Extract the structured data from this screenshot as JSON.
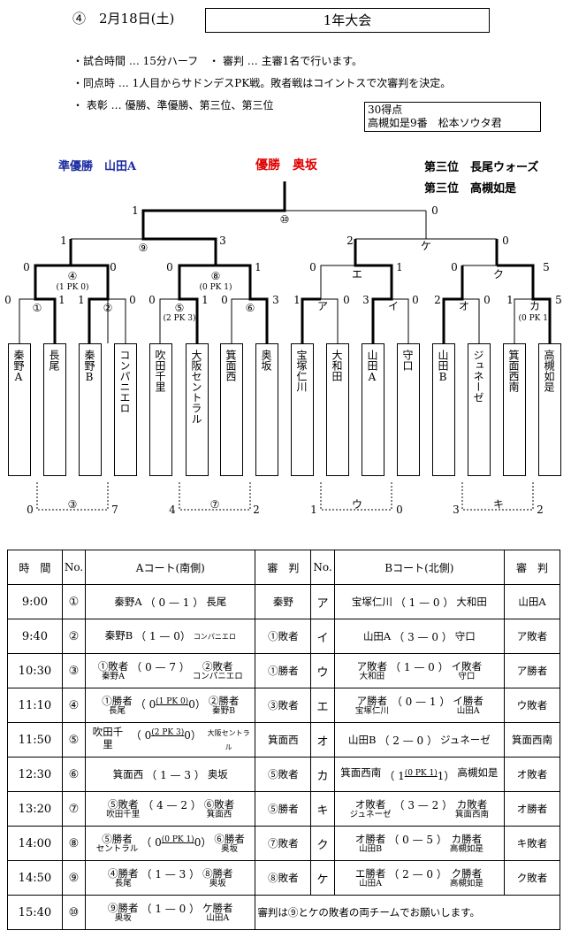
{
  "header": {
    "number_date": "④　2月18日(土)",
    "title": "1年大会"
  },
  "rules": [
    "・試合時間 … 15分ハーフ　・ 審判 … 主審1名で行います。",
    "・同点時 … 1人目からサドンデスPK戦。敗者戦はコイントスで次審判を決定。",
    "・ 表彰 … 優勝、準優勝、第三位、第三位"
  ],
  "award": {
    "line1": "30得点",
    "line2": "高槻如是9番　松本ソウタ君"
  },
  "results": {
    "runner_up": "準優勝　山田A",
    "champion": "優勝　奥坂",
    "third1": "第三位　長尾ウォーズ",
    "third2": "第三位　高槻如是"
  },
  "teams": [
    "秦野A",
    "長尾",
    "秦野B",
    "コンパニエロ",
    "吹田千里",
    "大阪セントラル",
    "箕面西",
    "奥坂",
    "宝塚仁川",
    "大和田",
    "山田A",
    "守口",
    "山田B",
    "ジュネーゼ",
    "箕面西南",
    "高槻如是"
  ],
  "bracket": {
    "r1_scores": [
      "0",
      "1",
      "1",
      "0",
      "0",
      "1",
      "0",
      "3",
      "1",
      "0",
      "3",
      "0",
      "2",
      "0",
      "1",
      "5"
    ],
    "r1_marks": [
      "①",
      "②",
      "⑤",
      "⑥",
      "ア",
      "イ",
      "オ",
      "カ"
    ],
    "r1_notes": [
      "(2 PK 3)",
      "(0 PK 1)"
    ],
    "r2_scores": [
      "0",
      "0",
      "0",
      "1",
      "0",
      "1",
      "0",
      "5"
    ],
    "r2_marks": [
      "④",
      "⑧",
      "エ",
      "ク"
    ],
    "r2_notes": [
      "(1 PK 0)",
      "(0 PK 1)"
    ],
    "r3_scores": [
      "1",
      "3",
      "2",
      "0"
    ],
    "r3_marks": [
      "⑨",
      "ケ"
    ],
    "final_scores": [
      "1",
      "0"
    ],
    "final_mark": "⑩",
    "consolation": [
      {
        "mark": "③",
        "left": "0",
        "right": "7"
      },
      {
        "mark": "⑦",
        "left": "4",
        "right": "2"
      },
      {
        "mark": "ウ",
        "left": "1",
        "right": "0"
      },
      {
        "mark": "キ",
        "left": "3",
        "right": "2"
      }
    ]
  },
  "table": {
    "headers": {
      "time": "時　間",
      "no": "No.",
      "court_a": "Aコート(南側)",
      "ref": "審　判",
      "court_b": "Bコート(北側)"
    },
    "rows": [
      {
        "time": "9:00",
        "a_no": "①",
        "a_t1": "秦野A",
        "a_t1s": "",
        "a_score": "（ 0 — 1 ）",
        "a_t2": "長尾",
        "a_t2s": "",
        "a_ref": "秦野",
        "b_no": "ア",
        "b_t1": "宝塚仁川",
        "b_t1s": "",
        "b_score": "（ 1 — 0 ）",
        "b_t2": "大和田",
        "b_t2s": "",
        "b_ref": "山田A"
      },
      {
        "time": "9:40",
        "a_no": "②",
        "a_t1": "秦野B",
        "a_t1s": "",
        "a_score": "（ 1 — 0）",
        "a_t2": "コンパニエロ",
        "a_t2s": "",
        "a_ref": "①敗者",
        "b_no": "イ",
        "b_t1": "山田A",
        "b_t1s": "",
        "b_score": "（ 3 — 0 ）",
        "b_t2": "守口",
        "b_t2s": "",
        "b_ref": "ア敗者"
      },
      {
        "time": "10:30",
        "a_no": "③",
        "a_t1": "①敗者",
        "a_t1s": "秦野A",
        "a_score": "（ 0 — 7 ）",
        "a_t2": "②敗者",
        "a_t2s": "コンパニエロ",
        "a_ref": "①勝者",
        "b_no": "ウ",
        "b_t1": "ア敗者",
        "b_t1s": "大和田",
        "b_score": "（ 1 — 0 ）",
        "b_t2": "イ敗者",
        "b_t2s": "守口",
        "b_ref": "ア勝者"
      },
      {
        "time": "11:10",
        "a_no": "④",
        "a_t1": "①勝者",
        "a_t1s": "長尾",
        "a_score": "（ 0",
        "a_pk": "(1 PK 0)",
        "a_score2": "0）",
        "a_t2": "②勝者",
        "a_t2s": "秦野B",
        "a_ref": "③敗者",
        "b_no": "エ",
        "b_t1": "ア勝者",
        "b_t1s": "宝塚仁川",
        "b_score": "（ 0 — 1 ）",
        "b_t2": "イ勝者",
        "b_t2s": "山田A",
        "b_ref": "ウ敗者"
      },
      {
        "time": "11:50",
        "a_no": "⑤",
        "a_t1": "吹田千里",
        "a_t1s": "",
        "a_score": "（ 0",
        "a_pk": "(2 PK 3)",
        "a_score2": "0）",
        "a_t2": "大阪セントラル",
        "a_t2s": "",
        "a_ref": "箕面西",
        "b_no": "オ",
        "b_t1": "山田B",
        "b_t1s": "",
        "b_score": "（ 2 — 0 ）",
        "b_t2": "ジュネーゼ",
        "b_t2s": "",
        "b_ref": "箕面西南"
      },
      {
        "time": "12:30",
        "a_no": "⑥",
        "a_t1": "箕面西",
        "a_t1s": "",
        "a_score": "（ 1 — 3 ）",
        "a_t2": "奥坂",
        "a_t2s": "",
        "a_ref": "⑤敗者",
        "b_no": "カ",
        "b_t1": "箕面西南",
        "b_t1s": "",
        "b_score": "（ 1",
        "b_pk": "(0 PK 1)",
        "b_score2": "1）",
        "b_t2": "高槻如是",
        "b_t2s": "",
        "b_ref": "オ敗者"
      },
      {
        "time": "13:20",
        "a_no": "⑦",
        "a_t1": "⑤敗者",
        "a_t1s": "吹田千里",
        "a_score": "（ 4 — 2 ）",
        "a_t2": "⑥敗者",
        "a_t2s": "箕面西",
        "a_ref": "⑤勝者",
        "b_no": "キ",
        "b_t1": "オ敗者",
        "b_t1s": "ジュネーゼ",
        "b_score": "（ 3 — 2 ）",
        "b_t2": "カ敗者",
        "b_t2s": "箕面西南",
        "b_ref": "オ勝者"
      },
      {
        "time": "14:00",
        "a_no": "⑧",
        "a_t1": "⑤勝者",
        "a_t1s": "セントラル",
        "a_score": "（ 0",
        "a_pk": "(0 PK 1)",
        "a_score2": "0）",
        "a_t2": "⑥勝者",
        "a_t2s": "奥坂",
        "a_ref": "⑦敗者",
        "b_no": "ク",
        "b_t1": "オ勝者",
        "b_t1s": "山田B",
        "b_score": "（ 0 — 5 ）",
        "b_t2": "カ勝者",
        "b_t2s": "高槻如是",
        "b_ref": "キ敗者"
      },
      {
        "time": "14:50",
        "a_no": "⑨",
        "a_t1": "④勝者",
        "a_t1s": "長尾",
        "a_score": "（ 1 — 3 ）",
        "a_t2": "⑧勝者",
        "a_t2s": "奥坂",
        "a_ref": "⑧敗者",
        "b_no": "ケ",
        "b_t1": "エ勝者",
        "b_t1s": "山田A",
        "b_score": "（ 2 — 0 ）",
        "b_t2": "ク勝者",
        "b_t2s": "高槻如是",
        "b_ref": "ク敗者"
      },
      {
        "time": "15:40",
        "a_no": "⑩",
        "a_t1": "⑨勝者",
        "a_t1s": "奥坂",
        "a_score": "（ 1 — 0 ）",
        "a_t2": "ケ勝者",
        "a_t2s": "山田A",
        "note": "審判は⑨とケの敗者の両チームでお願いします。"
      }
    ]
  }
}
